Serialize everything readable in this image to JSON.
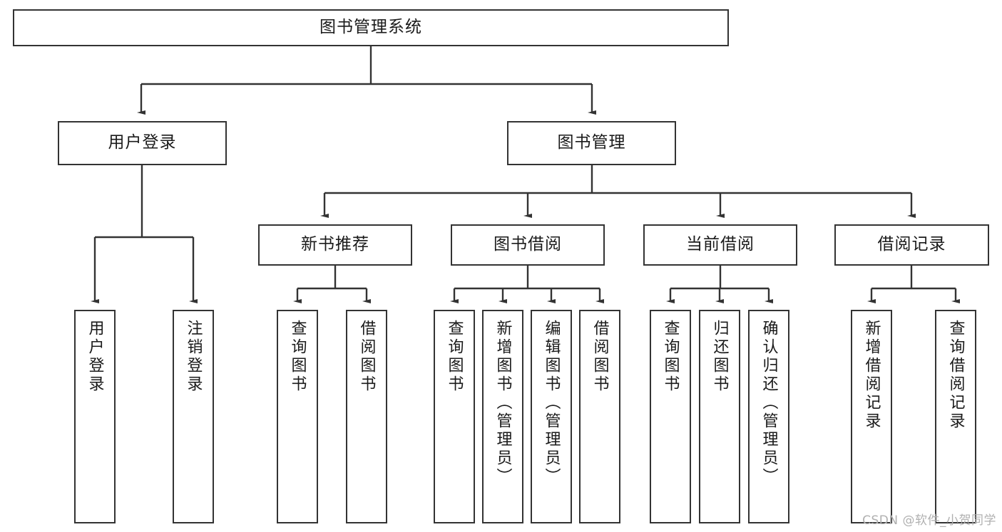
{
  "diagram": {
    "title": "图书管理系统",
    "type": "功能结构图",
    "colors": {
      "node_border": "#333333",
      "node_fill": "#ffffff",
      "edge": "#333333",
      "text": "#1a1a1a",
      "watermark": "#b0b0b0",
      "background": "#ffffff"
    }
  },
  "watermark": {
    "text": "CSDN @软件_小贺同学"
  },
  "nodes": {
    "root": {
      "label": "图书管理系统"
    },
    "level2": [
      {
        "id": "user-login",
        "label": "用户登录"
      },
      {
        "id": "book-manage",
        "label": "图书管理"
      }
    ],
    "level3": [
      {
        "id": "new-book-recommend",
        "label": "新书推荐"
      },
      {
        "id": "book-borrow",
        "label": "图书借阅"
      },
      {
        "id": "current-borrow",
        "label": "当前借阅"
      },
      {
        "id": "borrow-record",
        "label": "借阅记录"
      }
    ],
    "leaves": [
      {
        "id": "leaf-user-login",
        "label": "用户登录",
        "parent": "user-login"
      },
      {
        "id": "leaf-user-logout",
        "label": "注销登录",
        "parent": "user-login"
      },
      {
        "id": "leaf-query-book-1",
        "label": "查询图书",
        "parent": "new-book-recommend"
      },
      {
        "id": "leaf-borrow-book-1",
        "label": "借阅图书",
        "parent": "new-book-recommend"
      },
      {
        "id": "leaf-query-book-2",
        "label": "查询图书",
        "parent": "book-borrow"
      },
      {
        "id": "leaf-add-book",
        "label": "新增图书（管理员）",
        "parent": "book-borrow"
      },
      {
        "id": "leaf-edit-book",
        "label": "编辑图书（管理员）",
        "parent": "book-borrow"
      },
      {
        "id": "leaf-borrow-book-2",
        "label": "借阅图书",
        "parent": "book-borrow"
      },
      {
        "id": "leaf-query-book-3",
        "label": "查询图书",
        "parent": "current-borrow"
      },
      {
        "id": "leaf-return-book",
        "label": "归还图书",
        "parent": "current-borrow"
      },
      {
        "id": "leaf-confirm-return",
        "label": "确认归还（管理员）",
        "parent": "current-borrow"
      },
      {
        "id": "leaf-add-record",
        "label": "新增借阅记录",
        "parent": "borrow-record"
      },
      {
        "id": "leaf-query-record",
        "label": "查询借阅记录",
        "parent": "borrow-record"
      }
    ]
  },
  "chart_data": {
    "type": "tree",
    "title": "图书管理系统",
    "tree": {
      "label": "图书管理系统",
      "children": [
        {
          "label": "用户登录",
          "children": [
            {
              "label": "用户登录"
            },
            {
              "label": "注销登录"
            }
          ]
        },
        {
          "label": "图书管理",
          "children": [
            {
              "label": "新书推荐",
              "children": [
                {
                  "label": "查询图书"
                },
                {
                  "label": "借阅图书"
                }
              ]
            },
            {
              "label": "图书借阅",
              "children": [
                {
                  "label": "查询图书"
                },
                {
                  "label": "新增图书（管理员）"
                },
                {
                  "label": "编辑图书（管理员）"
                },
                {
                  "label": "借阅图书"
                }
              ]
            },
            {
              "label": "当前借阅",
              "children": [
                {
                  "label": "查询图书"
                },
                {
                  "label": "归还图书"
                },
                {
                  "label": "确认归还（管理员）"
                }
              ]
            },
            {
              "label": "借阅记录",
              "children": [
                {
                  "label": "新增借阅记录"
                },
                {
                  "label": "查询借阅记录"
                }
              ]
            }
          ]
        }
      ]
    }
  }
}
